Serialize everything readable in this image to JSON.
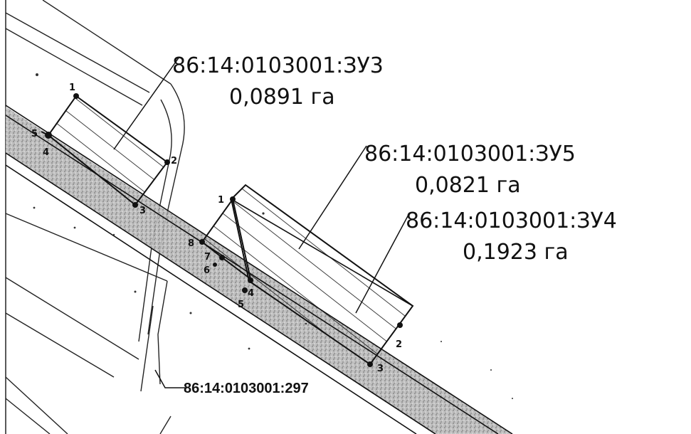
{
  "parcels": [
    {
      "id": "zu3",
      "cadastral": "86:14:0103001:ЗУ3",
      "area": "0,0891 га",
      "points": [
        "1",
        "2",
        "3",
        "4",
        "5"
      ]
    },
    {
      "id": "zu5",
      "cadastral": "86:14:0103001:ЗУ5",
      "area": "0,0821 га",
      "points": [
        "1",
        "8",
        "7",
        "6"
      ]
    },
    {
      "id": "zu4",
      "cadastral": "86:14:0103001:ЗУ4",
      "area": "0,1923 га",
      "points": [
        "2",
        "3",
        "4",
        "5"
      ]
    }
  ],
  "existing_parcel": {
    "cadastral": "86:14:0103001:297"
  }
}
